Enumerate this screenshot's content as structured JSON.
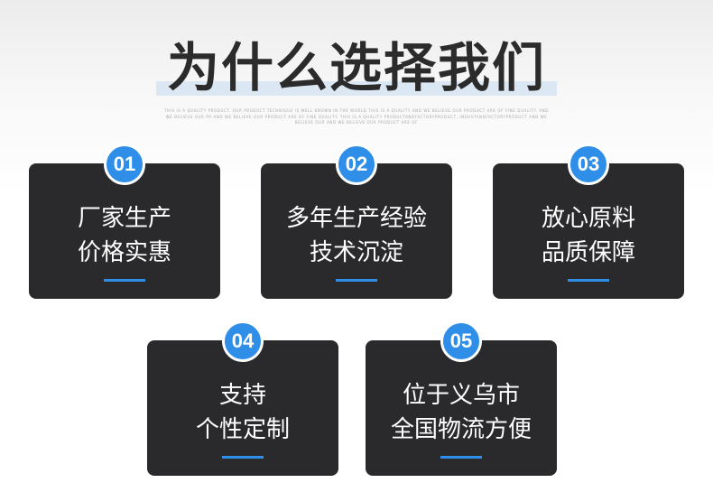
{
  "header": {
    "title": "为什么选择我们",
    "subtitle": "This is a quality product. Our product technique is well known in the world this is a quality and we believe our product are of fine quality. And we believe our pr and we believe our product are of fine quality. this is a quality productandfactoryproduct, industandfactoryproduct and we believe our and we believe our product are of"
  },
  "colors": {
    "accent": "#2e8ee8",
    "card_background": "#2a2a2c",
    "title_text": "#2b2b2b"
  },
  "cards": [
    {
      "number": "01",
      "line1": "厂家生产",
      "line2": "价格实惠"
    },
    {
      "number": "02",
      "line1": "多年生产经验",
      "line2": "技术沉淀"
    },
    {
      "number": "03",
      "line1": "放心原料",
      "line2": "品质保障"
    },
    {
      "number": "04",
      "line1": "支持",
      "line2": "个性定制"
    },
    {
      "number": "05",
      "line1": "位于义乌市",
      "line2": "全国物流方便"
    }
  ]
}
